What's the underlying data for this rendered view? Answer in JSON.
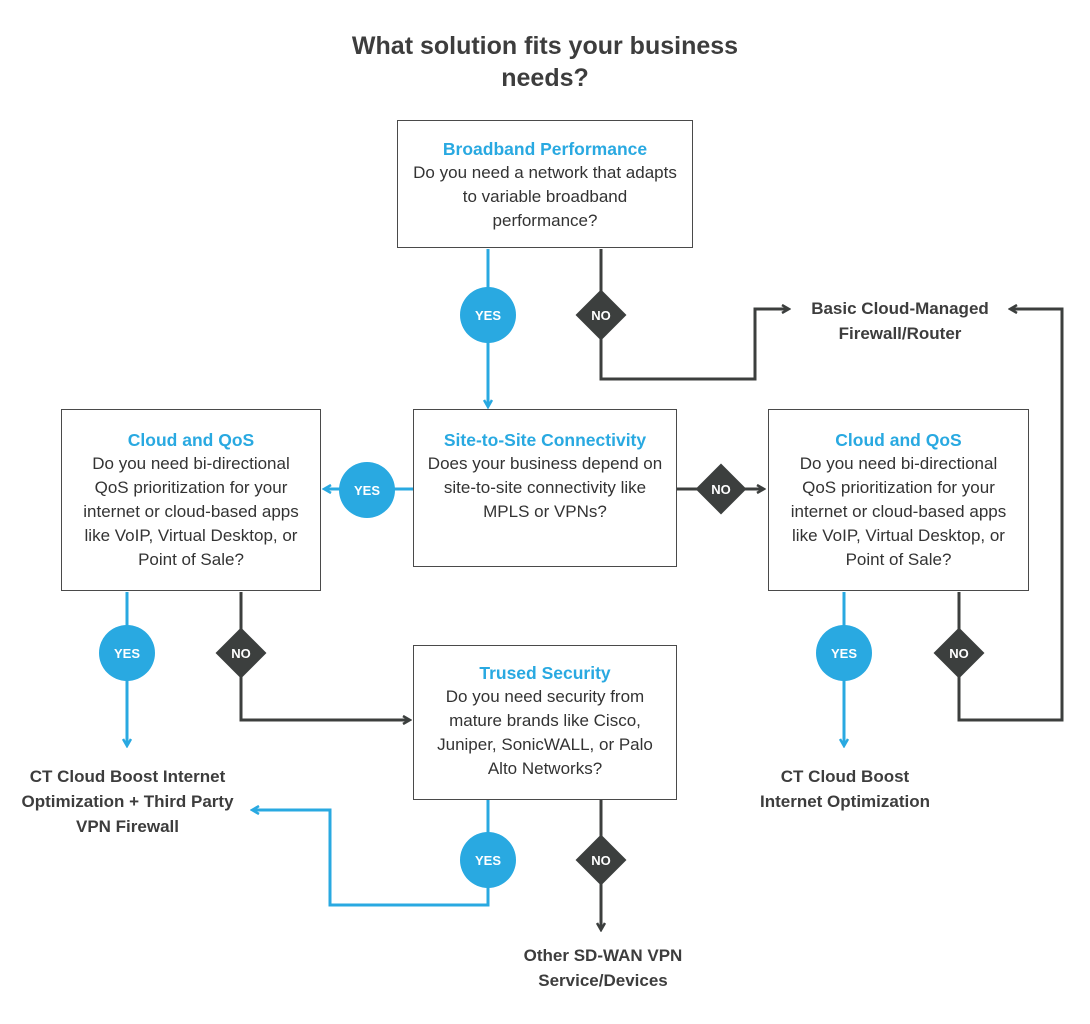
{
  "title": "What solution fits your business needs?",
  "colors": {
    "accent": "#29a9e1",
    "dark": "#3c3f3e",
    "border": "#4a4a4a"
  },
  "decisions": {
    "broadband": {
      "heading": "Broadband Performance",
      "question": "Do you need a network that adapts to variable broadband performance?"
    },
    "site_to_site": {
      "heading": "Site-to-Site Connectivity",
      "question": "Does your business depend on site-to-site connectivity like MPLS or VPNs?"
    },
    "cloud_qos_left": {
      "heading": "Cloud and QoS",
      "question": "Do you need bi-directional QoS prioritization for your internet or cloud-based apps like VoIP, Virtual Desktop, or Point of Sale?"
    },
    "cloud_qos_right": {
      "heading": "Cloud and QoS",
      "question": "Do you need bi-directional QoS prioritization for your internet or cloud-based apps like VoIP, Virtual Desktop, or Point of Sale?"
    },
    "security": {
      "heading": "Trused Security",
      "question": "Do you need security from mature brands like Cisco, Juniper, SonicWALL, or Palo Alto Networks?"
    }
  },
  "outcomes": {
    "basic_firewall": "Basic Cloud-Managed Firewall/Router",
    "ct_boost_vpn": "CT Cloud Boost Internet Optimization + Third Party VPN Firewall",
    "ct_boost": "CT Cloud Boost Internet Optimization",
    "other_sdwan": "Other SD-WAN VPN Service/Devices"
  },
  "labels": {
    "yes": "YES",
    "no": "NO"
  }
}
